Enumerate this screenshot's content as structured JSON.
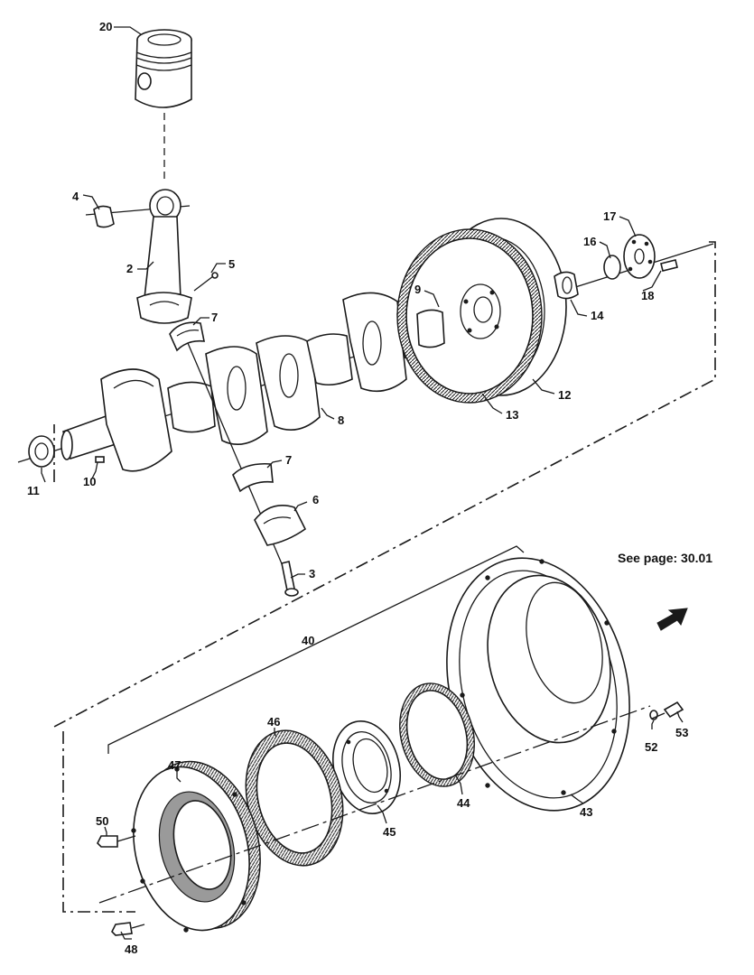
{
  "diagram": {
    "reference_note": "See page: 30.01",
    "part_numbers": [
      "20",
      "4",
      "2",
      "5",
      "7",
      "9",
      "17",
      "16",
      "18",
      "14",
      "12",
      "13",
      "8",
      "11",
      "10",
      "7",
      "6",
      "3",
      "40",
      "46",
      "47",
      "50",
      "48",
      "45",
      "44",
      "43",
      "52",
      "53"
    ]
  }
}
